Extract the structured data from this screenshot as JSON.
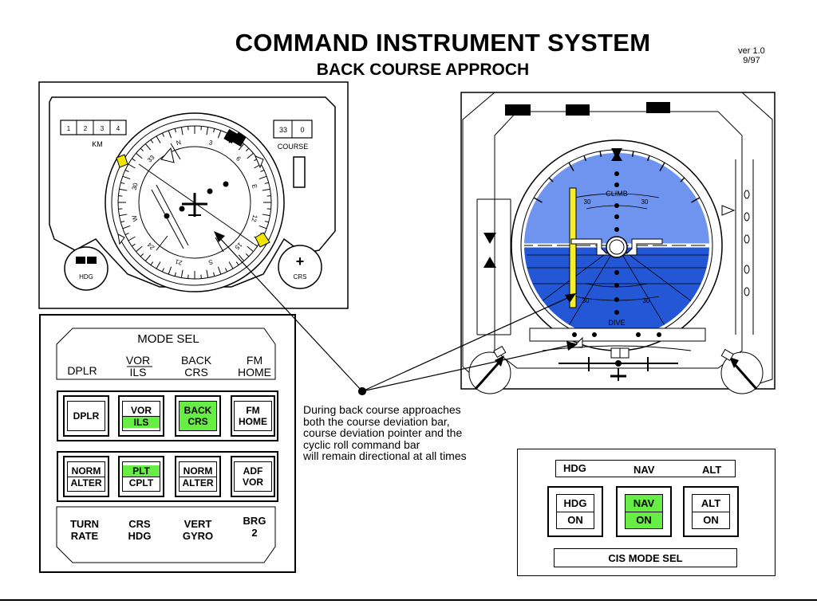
{
  "header": {
    "title": "COMMAND INSTRUMENT SYSTEM",
    "subtitle": "BACK COURSE APPROCH",
    "version": "ver 1.0",
    "date": "9/97"
  },
  "hsi": {
    "km_digits": [
      "1",
      "2",
      "3",
      "4"
    ],
    "km_label": "KM",
    "course_digits": [
      "33",
      "0"
    ],
    "course_label": "COURSE",
    "hdg_label": "HDG",
    "crs_label": "CRS",
    "compass": {
      "n": "N",
      "e": "E",
      "s": "S",
      "w": "W",
      "n30": "30",
      "n33": "33",
      "n3": "3",
      "n6": "6",
      "n12": "12",
      "n15": "15",
      "n21": "21",
      "n24": "24"
    },
    "accent_yellow": "#f2e600"
  },
  "adi": {
    "climb_label": "CLIMB",
    "dive_label": "DIVE",
    "pitch_30": "30",
    "sky_color": "#6f94f0",
    "ground_color": "#2457d6",
    "roll_bar_color": "#f6ef2a"
  },
  "mode_sel": {
    "title": "MODE SEL",
    "top_labels": [
      {
        "line1": "DPLR",
        "line2": ""
      },
      {
        "line1": "VOR",
        "line2": "ILS"
      },
      {
        "line1": "BACK",
        "line2": "CRS"
      },
      {
        "line1": "FM",
        "line2": "HOME"
      }
    ],
    "row1": [
      {
        "top": "DPLR",
        "bot": ""
      },
      {
        "top": "VOR",
        "bot": "ILS"
      },
      {
        "top": "BACK",
        "bot": "CRS"
      },
      {
        "top": "FM",
        "bot": "HOME"
      }
    ],
    "row2": [
      {
        "top": "NORM",
        "bot": "ALTER"
      },
      {
        "top": "PLT",
        "bot": "CPLT"
      },
      {
        "top": "NORM",
        "bot": "ALTER"
      },
      {
        "top": "ADF",
        "bot": "VOR"
      }
    ],
    "bottom_labels": [
      {
        "line1": "TURN",
        "line2": "RATE"
      },
      {
        "line1": "CRS",
        "line2": "HDG"
      },
      {
        "line1": "VERT",
        "line2": "GYRO"
      },
      {
        "line1": "BRG",
        "line2": "2"
      }
    ],
    "active_color": "#66ee44"
  },
  "caption": {
    "lines": [
      "During back course approaches",
      "both the course deviation bar,",
      "course deviation pointer and the",
      "cyclic roll command bar",
      "will remain directional at all times"
    ]
  },
  "cis_mode": {
    "header_labels": [
      "HDG",
      "NAV",
      "ALT"
    ],
    "buttons": [
      {
        "top": "HDG",
        "bot": "ON"
      },
      {
        "top": "NAV",
        "bot": "ON"
      },
      {
        "top": "ALT",
        "bot": "ON"
      }
    ],
    "footer": "CIS MODE SEL"
  }
}
